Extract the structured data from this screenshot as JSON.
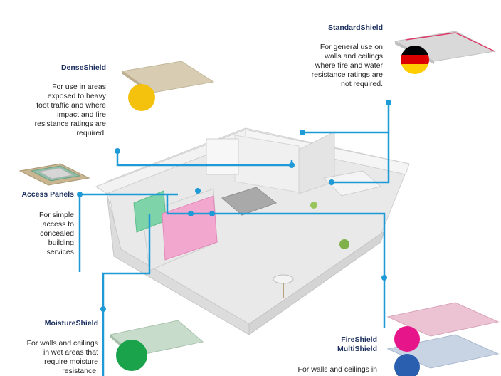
{
  "labels": {
    "standard": {
      "title": "StandardShield",
      "lines": [
        "For general use on",
        "walls and ceilings",
        "where fire and water",
        "resistance ratings are",
        "not required."
      ]
    },
    "dense": {
      "title": "DenseShield",
      "lines": [
        "For use in areas",
        "exposed to heavy",
        "foot traffic and where",
        "impact and fire",
        "resistance ratings are",
        "required."
      ]
    },
    "access": {
      "title": "Access Panels",
      "lines": [
        "For simple",
        "access to",
        "concealed",
        "building",
        "services"
      ]
    },
    "moisture": {
      "title": "MoistureShield",
      "lines": [
        "For walls and ceilings",
        "in wet areas that",
        "require moisture",
        "resistance."
      ]
    },
    "fire": {
      "title_lines": [
        "FireShield",
        "MultiShield"
      ],
      "lines": [
        "For walls and ceilings in"
      ]
    }
  },
  "colors": {
    "connector": "#1e9ad6",
    "title": "#1b2f5e",
    "standard_flag": [
      "#000000",
      "#dd0000",
      "#ffce00"
    ],
    "dense_circle": "#f4c20d",
    "moisture_circle": "#1aa34a",
    "fire_circle": "#e6158a",
    "multi_circle": "#2a5fb0"
  }
}
